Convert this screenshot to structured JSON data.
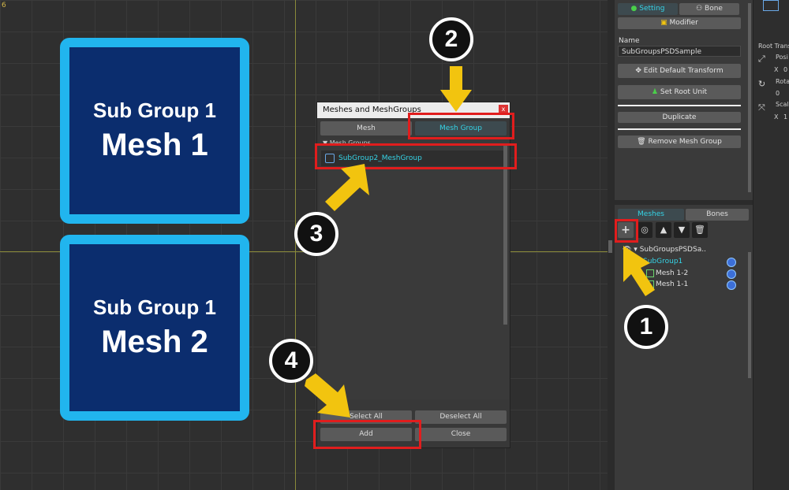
{
  "canvas": {
    "corner_number": "6",
    "cards": [
      {
        "sub": "Sub Group 1",
        "main": "Mesh 1"
      },
      {
        "sub": "Sub Group 1",
        "main": "Mesh 2"
      }
    ]
  },
  "dialog": {
    "title": "Meshes and MeshGroups",
    "close": "x",
    "tabs": [
      "Mesh",
      "Mesh Group"
    ],
    "list_header": "Mesh Groups",
    "items": [
      "SubGroup2_MeshGroup"
    ],
    "select_all": "Select All",
    "deselect_all": "Deselect All",
    "add": "Add",
    "close_btn": "Close"
  },
  "right_panel": {
    "tab_setting": "Setting",
    "tab_bone": "Bone",
    "modifier": "Modifier",
    "name_label": "Name",
    "name_value": "SubGroupsPSDSample",
    "edit_default_transform": "Edit Default Transform",
    "set_root_unit": "Set Root Unit",
    "duplicate": "Duplicate",
    "remove_mesh_group": "Remove Mesh Group",
    "list_tabs": [
      "Meshes",
      "Bones"
    ],
    "tree": {
      "root": "SubGroupsPSDSa..",
      "sub": "SubGroup1",
      "children": [
        "Mesh 1-2",
        "Mesh 1-1"
      ]
    }
  },
  "far_panel": {
    "root_trans": "Root Trans",
    "posi": "Posi",
    "x_label": "X",
    "x_value": "0",
    "rota": "Rota",
    "rota_value": "0",
    "scal": "Scal",
    "scal_x": "X",
    "scal_value": "1"
  },
  "annotations": {
    "badges": [
      "1",
      "2",
      "3",
      "4"
    ],
    "accent_red": "#e11d1d",
    "accent_yellow": "#f2c40f"
  }
}
